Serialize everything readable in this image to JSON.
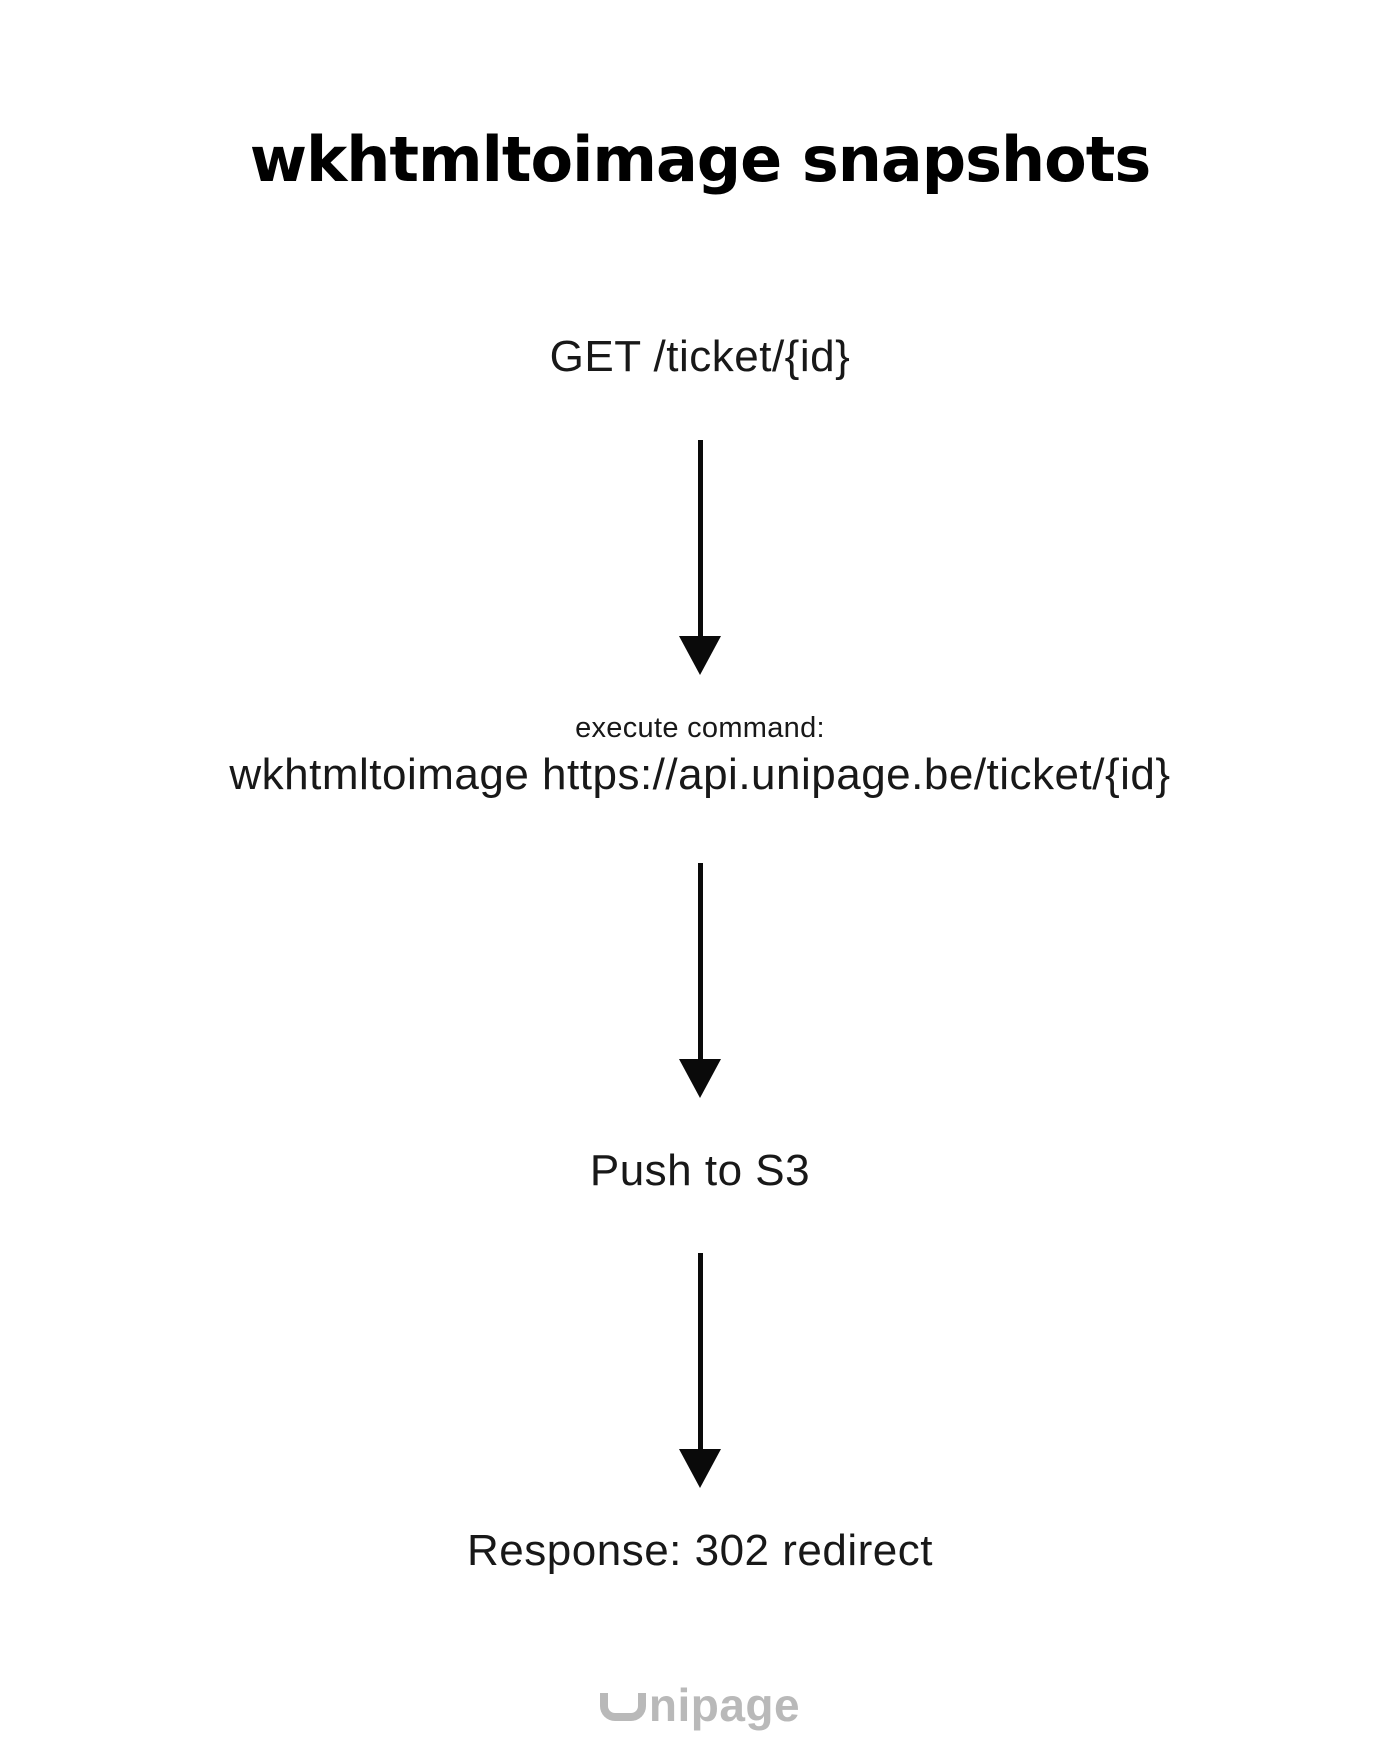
{
  "title": "wkhtmltoimage snapshots",
  "flow": {
    "step1": "GET /ticket/{id}",
    "step2_label": "execute command:",
    "step2_command": "wkhtmltoimage https://api.unipage.be/ticket/{id}",
    "step3": "Push to S3",
    "step4": "Response: 302 redirect"
  },
  "footer": {
    "logo_text": "unipage",
    "logo_wordmark_rest": "nipage"
  },
  "icons": {
    "arrow": "arrow-down-icon",
    "logo_mark": "unipage-u-mark-icon"
  },
  "colors": {
    "background": "#ffffff",
    "title": "#000000",
    "body_text": "#181818",
    "arrow": "#0a0a0a",
    "logo_gray": "#b9b9b9"
  }
}
